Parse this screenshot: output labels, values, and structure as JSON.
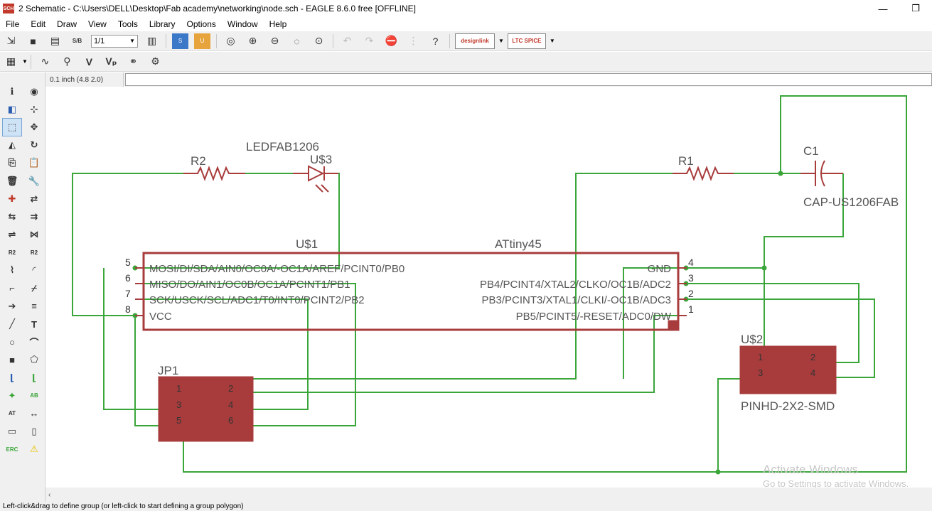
{
  "window": {
    "app_badge": "SCH",
    "title": "2 Schematic - C:\\Users\\DELL\\Desktop\\Fab academy\\networking\\node.sch - EAGLE 8.6.0 free [OFFLINE]",
    "minimize": "—",
    "restore": "❐"
  },
  "menu": [
    "File",
    "Edit",
    "Draw",
    "View",
    "Tools",
    "Library",
    "Options",
    "Window",
    "Help"
  ],
  "toolbar": {
    "page_value": "1/1",
    "designlink_label": "designlink",
    "ltspice_label": "LTC SPICE"
  },
  "coordinates": "0.1 inch (4.8 2.0)",
  "status_text": "Left-click&drag to define group (or left-click to start defining a group polygon)",
  "watermark": {
    "line1": "Activate Windows",
    "line2": "Go to Settings to activate Windows."
  },
  "schematic": {
    "colors": {
      "wire": "#3aa63a",
      "part": "#a83c3c",
      "text": "#555555",
      "pin_num": "#333333"
    },
    "parts": {
      "u1_name": "U$1",
      "u1_value": "ATtiny45",
      "u1_left_pins": [
        {
          "num": "5",
          "label": "MOSI/DI/SDA/AIN0/OC0A/-OC1A/AREF/PCINT0/PB0"
        },
        {
          "num": "6",
          "label": "MISO/DO/AIN1/OC0B/OC1A/PCINT1/PB1"
        },
        {
          "num": "7",
          "label": "SCK/USCK/SCL/ADC1/T0/INT0/PCINT2/PB2"
        },
        {
          "num": "8",
          "label": "VCC"
        }
      ],
      "u1_right_pins": [
        {
          "num": "4",
          "label": "GND"
        },
        {
          "num": "3",
          "label": "PB4/PCINT4/XTAL2/CLKO/OC1B/ADC2"
        },
        {
          "num": "2",
          "label": "PB3/PCINT3/XTAL1/CLKI/-OC1B/ADC3"
        },
        {
          "num": "1",
          "label": "PB5/PCINT5/-RESET/ADC0/DW"
        }
      ],
      "r2_name": "R2",
      "r1_name": "R1",
      "led_value": "LEDFAB1206",
      "led_name": "U$3",
      "c1_name": "C1",
      "c1_value": "CAP-US1206FAB",
      "jp1_name": "JP1",
      "jp1_pins": [
        "1",
        "2",
        "3",
        "4",
        "5",
        "6"
      ],
      "u2_name": "U$2",
      "u2_value": "PINHD-2X2-SMD",
      "u2_pins": [
        "1",
        "2",
        "3",
        "4"
      ]
    }
  }
}
